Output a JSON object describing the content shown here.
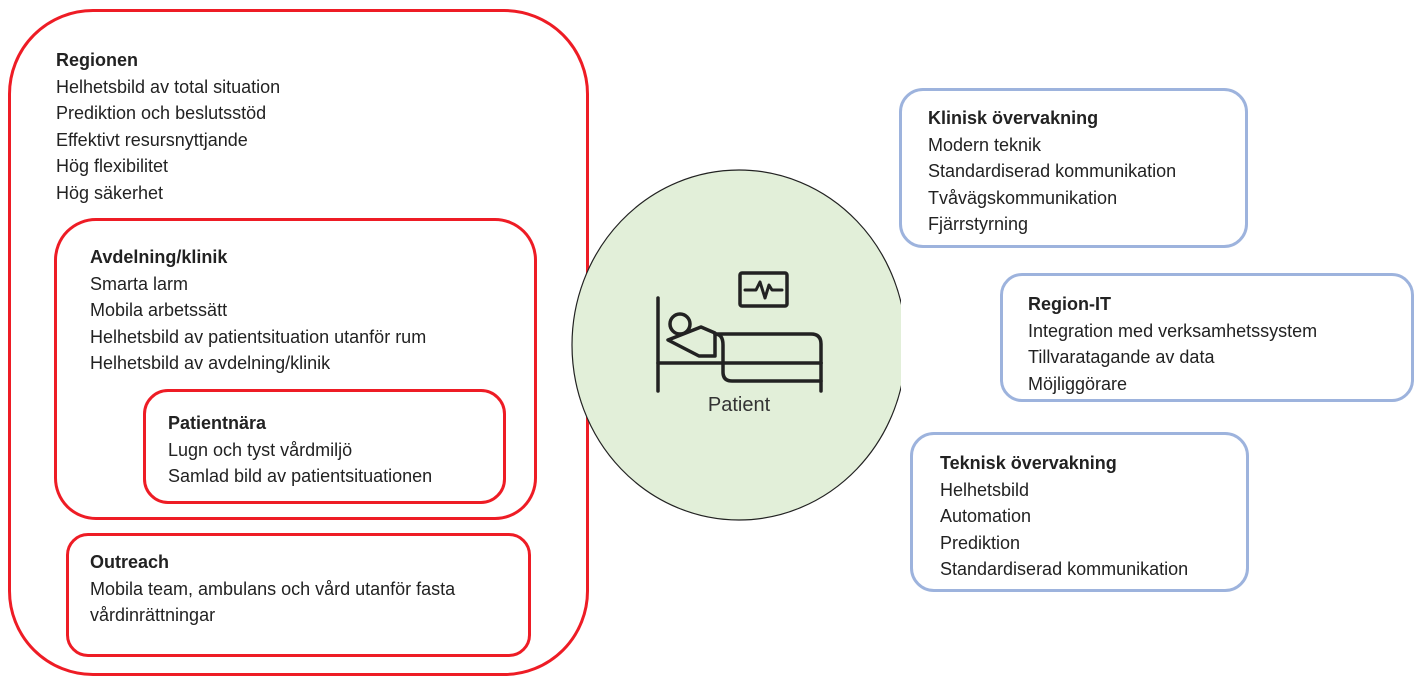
{
  "regionen": {
    "title": "Regionen",
    "items": [
      "Helhetsbild av total situation",
      "Prediktion och beslutsstöd",
      "Effektivt resursnyttjande",
      "Hög flexibilitet",
      "Hög säkerhet"
    ]
  },
  "avdelning": {
    "title": "Avdelning/klinik",
    "items": [
      "Smarta larm",
      "Mobila arbetssätt",
      "Helhetsbild av patientsituation utanför rum",
      "Helhetsbild av avdelning/klinik"
    ]
  },
  "patientnara": {
    "title": "Patientnära",
    "items": [
      "Lugn och tyst vårdmiljö",
      "Samlad bild av patientsituationen"
    ]
  },
  "outreach": {
    "title": "Outreach",
    "items": [
      "Mobila team, ambulans och vård utanför fasta",
      "vårdinrättningar"
    ]
  },
  "patient": {
    "label": "Patient",
    "icon": "hospital-bed-patient-icon",
    "circle_fill": "#e2efd9"
  },
  "klinisk": {
    "title": "Klinisk övervakning",
    "items": [
      "Modern teknik",
      "Standardiserad kommunikation",
      "Tvåvägskommunikation",
      "Fjärrstyrning"
    ]
  },
  "regionit": {
    "title": "Region-IT",
    "items": [
      "Integration med verksamhetssystem",
      "Tillvaratagande av data",
      "Möjliggörare"
    ]
  },
  "teknisk": {
    "title": "Teknisk övervakning",
    "items": [
      "Helhetsbild",
      "Automation",
      "Prediktion",
      "Standardiserad kommunikation"
    ]
  },
  "colors": {
    "left_border": "#ee1c25",
    "right_border": "#9db3dd",
    "circle_fill": "#e2efd9"
  }
}
